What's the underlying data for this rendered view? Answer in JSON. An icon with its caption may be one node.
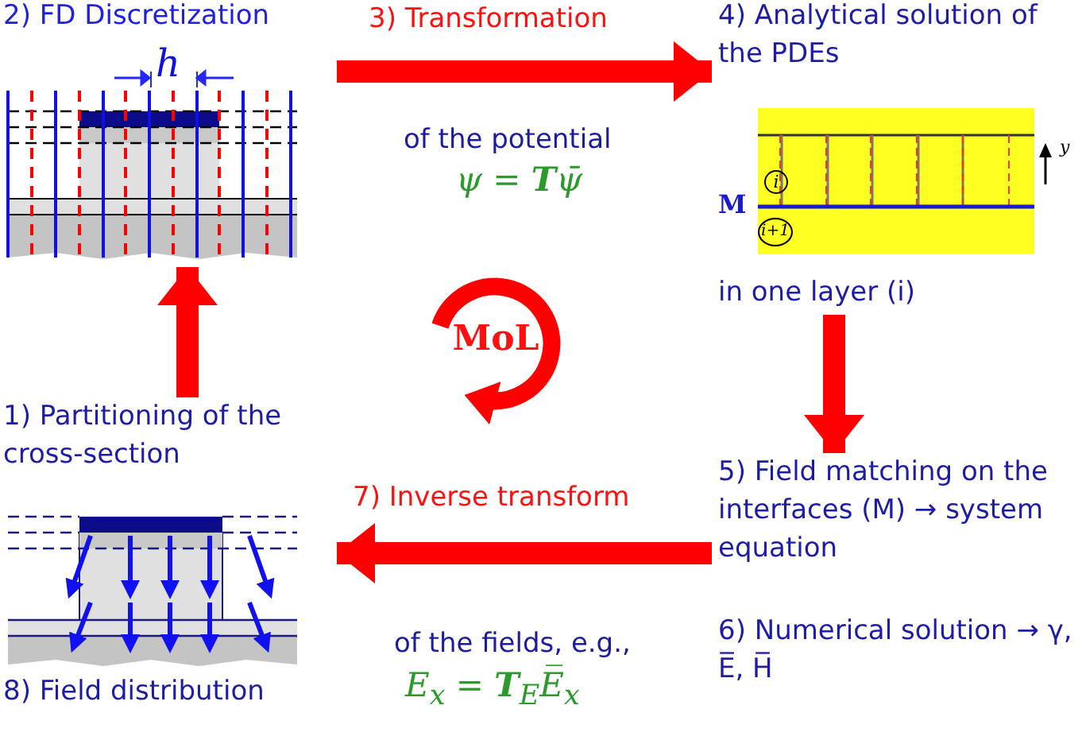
{
  "diagram": {
    "nodes": [
      {
        "text": [
          "1) Partitioning of the cross-section"
        ]
      },
      {
        "text": [
          "2) FD Discretization"
        ]
      },
      {
        "text": [
          "4) Analytical solution of the PDEs",
          "in one layer (i)"
        ]
      },
      {
        "text": [
          "5) Field matching on the interfaces (M) → system equation",
          "6) Numerical solution → γ, E̅, H̅"
        ]
      },
      {
        "text": [
          "8) Field distribution"
        ]
      },
      {
        "text": [
          "MoL"
        ]
      }
    ],
    "edges": [
      {
        "from": 0,
        "to": 1,
        "arrow": "to"
      },
      {
        "from": 1,
        "to": 2,
        "arrow": "to",
        "label": "3) Transformation"
      },
      {
        "from": 2,
        "to": 3,
        "arrow": "to"
      },
      {
        "from": 3,
        "to": 4,
        "arrow": "to",
        "label": "7) Inverse transform"
      }
    ],
    "labels": [
      "h",
      "M",
      "i",
      "i+1",
      "y",
      "of the potential",
      "ψ = **T**ψ̄",
      "of the fields, e.g.,",
      "E$_{x}$ = **T**$_{E}$E̅$_{x}$"
    ]
  }
}
